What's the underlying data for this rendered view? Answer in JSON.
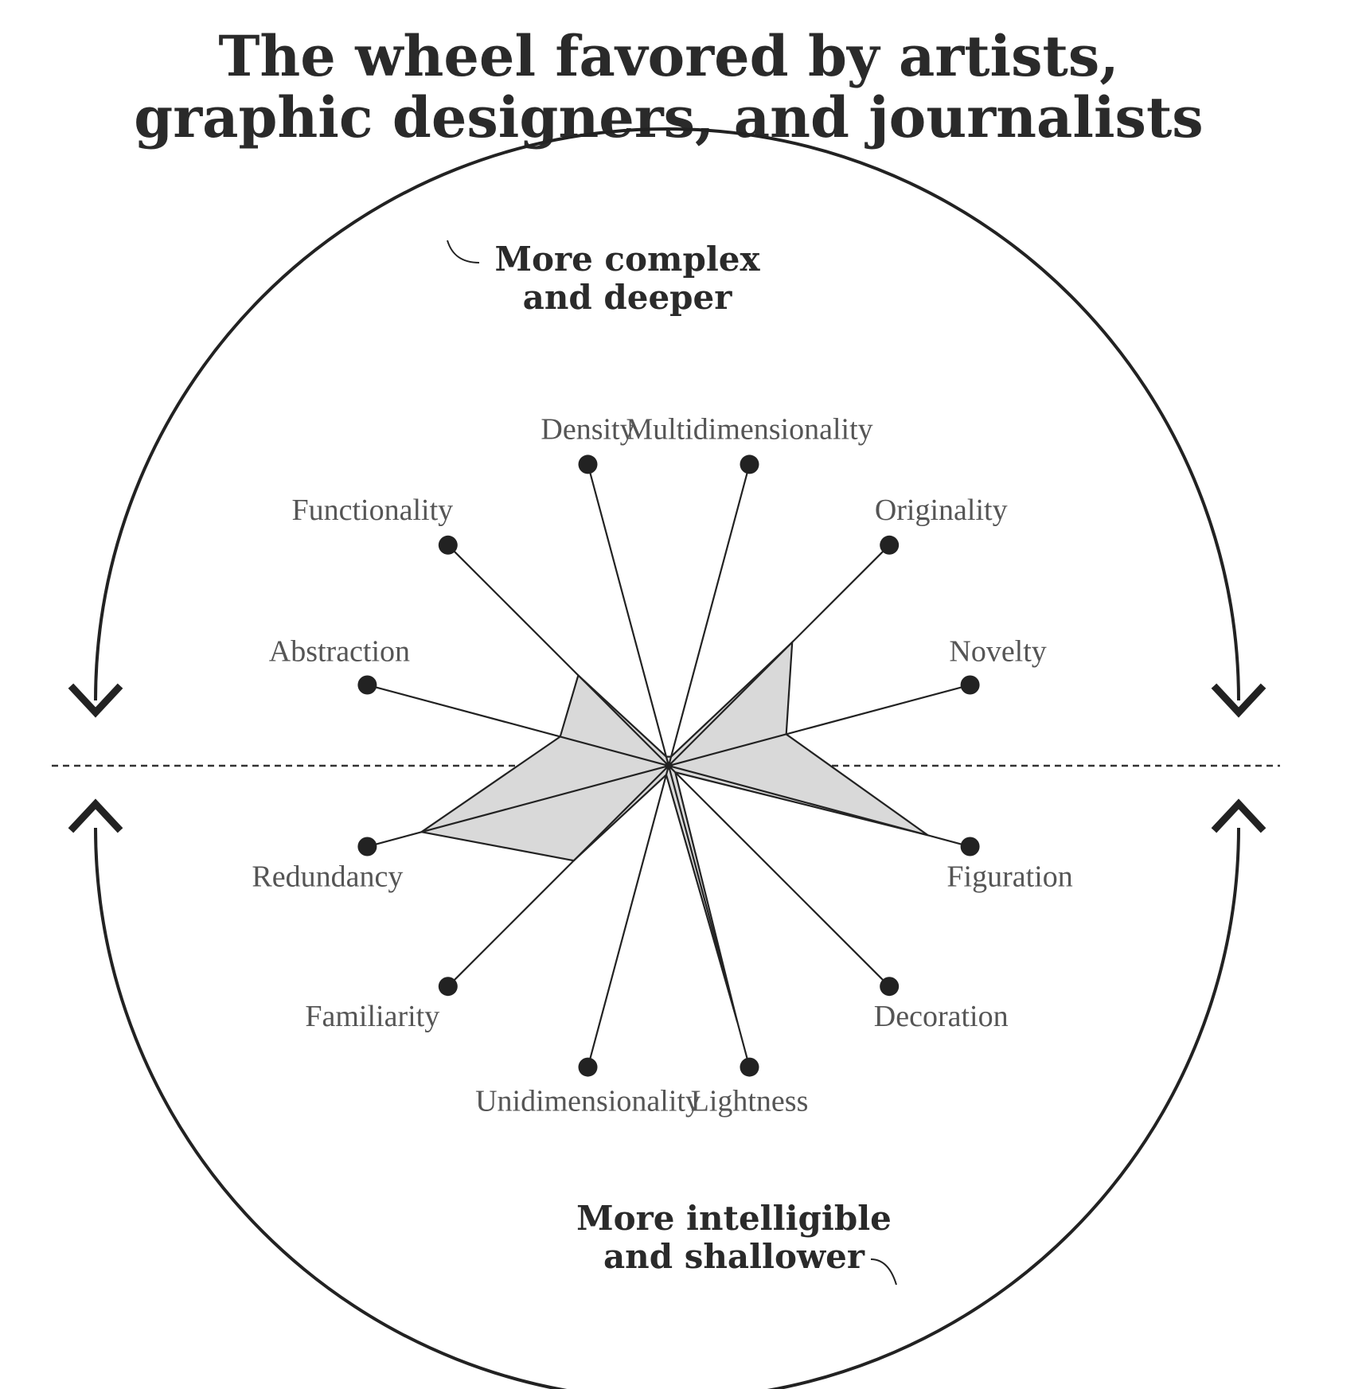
{
  "title": {
    "line1": "The wheel favored by artists,",
    "line2": "graphic designers, and journalists"
  },
  "top_note": {
    "line1": "More complex",
    "line2": "and deeper"
  },
  "bottom_note": {
    "line1": "More intelligible",
    "line2": "and shallower"
  },
  "axes": [
    {
      "label": "Density",
      "value": 0.0
    },
    {
      "label": "Multidimensionality",
      "value": 0.0
    },
    {
      "label": "Originality",
      "value": 0.56
    },
    {
      "label": "Novelty",
      "value": 0.39
    },
    {
      "label": "Figuration",
      "value": 0.86
    },
    {
      "label": "Decoration",
      "value": 0.0
    },
    {
      "label": "Lightness",
      "value": 0.85
    },
    {
      "label": "Unidimensionality",
      "value": 0.0
    },
    {
      "label": "Familiarity",
      "value": 0.43
    },
    {
      "label": "Redundancy",
      "value": 0.82
    },
    {
      "label": "Abstraction",
      "value": 0.36
    },
    {
      "label": "Functionality",
      "value": 0.41
    }
  ],
  "colors": {
    "ink": "#222222",
    "fill": "#d9d9d9",
    "label": "#555555"
  }
}
